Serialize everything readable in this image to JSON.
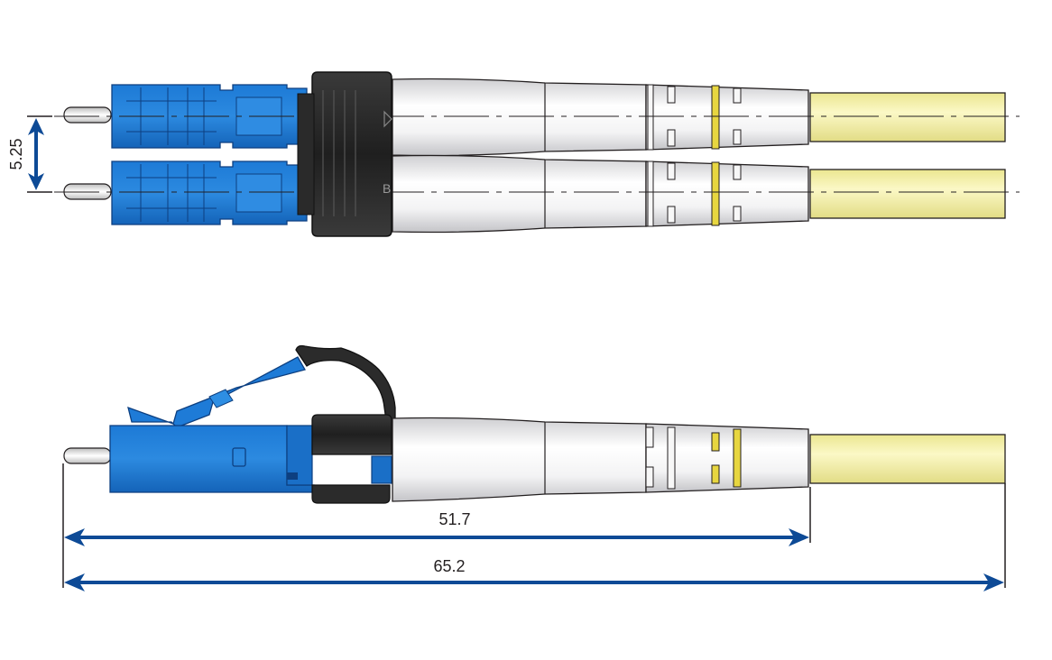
{
  "diagram": {
    "kind": "LC duplex fiber connector dimension drawing",
    "views": [
      "top-view-duplex",
      "side-view-simplex"
    ],
    "dimensions": {
      "pitch": "5.25",
      "body_length": "51.7",
      "overall_length": "65.2"
    },
    "colors": {
      "connector_body": "#1a6fc7",
      "connector_dark": "#0d4f9e",
      "latch_trigger": "#2b2b2b",
      "boot": "#eeeeef",
      "cable": "#f4f0a8",
      "band_accent": "#e7d640",
      "dimension_arrow": "#0d4a96",
      "line": "#231f20"
    }
  }
}
